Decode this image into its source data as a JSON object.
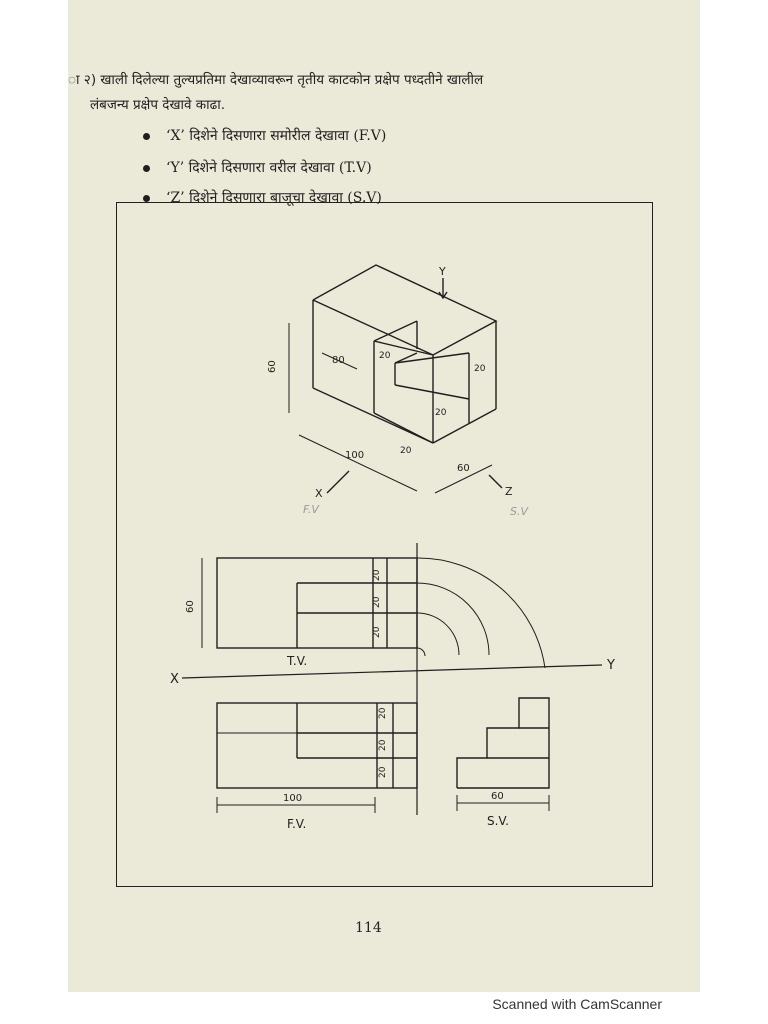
{
  "question": {
    "line1": "ा २) खाली दिलेल्या तुल्यप्रतिमा देखाव्यावरून तृतीय काटकोन प्रक्षेप पध्दतीने खालील",
    "line2": "लंबजन्य प्रक्षेप देखावे काढा."
  },
  "bullets": [
    "‘X’ दिशेने दिसणारा समोरील देखावा (F.V)",
    "‘Y’ दिशेने दिसणारा वरील देखावा   (T.V)",
    "‘Z’ दिशेने दिसणारा बाजूचा देखावा   (S.V)"
  ],
  "isometric": {
    "dims": [
      "60",
      "80",
      "20",
      "20",
      "20",
      "20",
      "100",
      "60"
    ],
    "arrow_labels": [
      "Y",
      "X",
      "Z"
    ],
    "handwritten": [
      "F.V",
      "S.V"
    ]
  },
  "orthographic": {
    "top_view_label": "T.V.",
    "front_view_label": "F.V.",
    "side_view_label": "S.V.",
    "x_label": "X",
    "y_label": "Y",
    "tv_dims": [
      "60",
      "20",
      "20",
      "20"
    ],
    "fv_dims": [
      "20",
      "20",
      "20",
      "100"
    ],
    "sv_dims": [
      "60"
    ]
  },
  "page_number": "114",
  "footer": "Scanned with CamScanner",
  "colors": {
    "paper": "#ebe9d8",
    "ink": "#1f1f1f"
  }
}
